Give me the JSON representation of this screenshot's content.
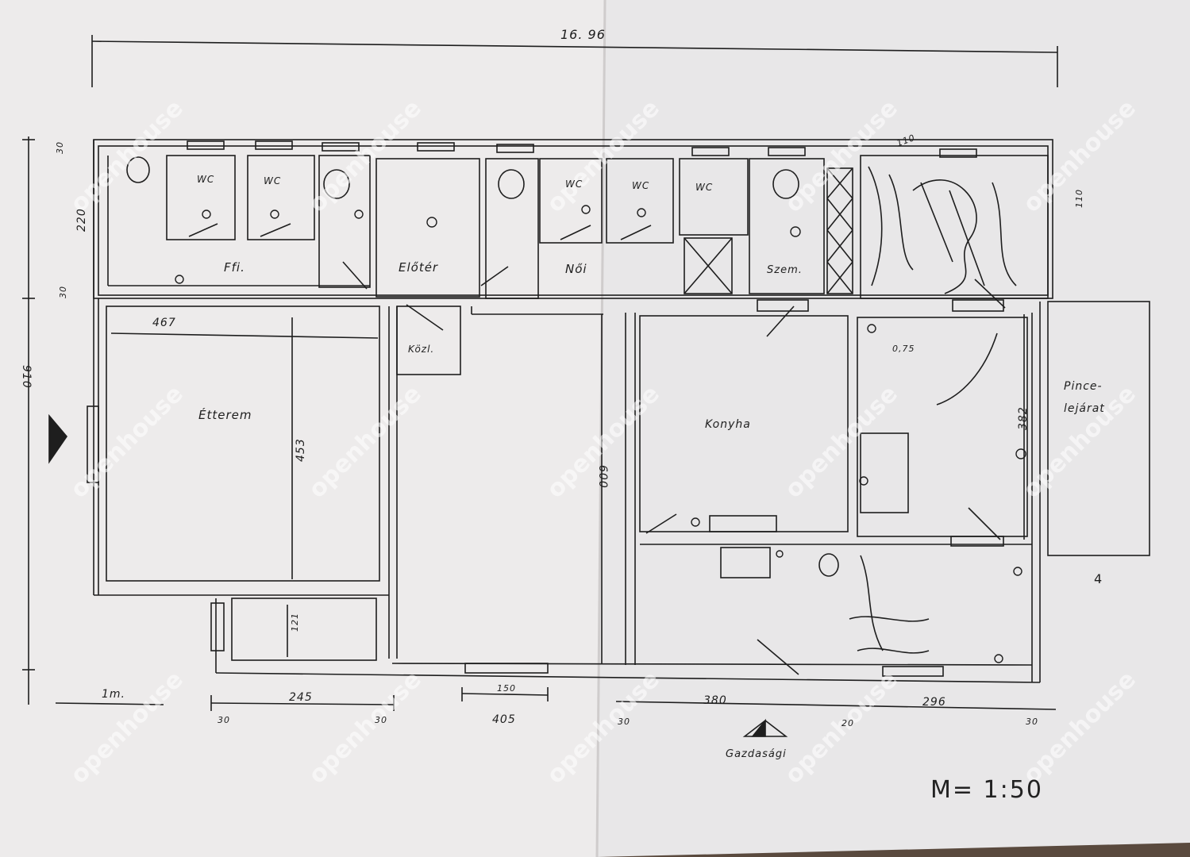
{
  "plan": {
    "overall_width_label": "16. 96",
    "rooms": {
      "ffi": "Ffi.",
      "eloter": "Előtér",
      "noi": "Női",
      "szem": "Szem.",
      "etterem": "Étterem",
      "kozl": "Közl.",
      "konyha": "Konyha",
      "pince": "Pince-",
      "pince2": "lejárat",
      "gazdasagi": "Gazdasági"
    },
    "wc_labels": [
      "WC",
      "WC",
      "WC",
      "WC",
      "WC"
    ],
    "dimensions": {
      "left_30_top": "30",
      "left_220": "220",
      "left_30_mid": "30",
      "left_910": "910",
      "d467": "467",
      "d453": "453",
      "d121": "121",
      "d600": "600",
      "d382": "382",
      "d110_top": "110",
      "d110_right": "110",
      "bottom_1m": "1m.",
      "bottom_245": "245",
      "bottom_150": "150",
      "bottom_380": "380",
      "bottom_296": "296",
      "bottom_30a": "30",
      "bottom_30b": "30",
      "bottom_405": "405",
      "bottom_30c": "30",
      "bottom_20": "20",
      "bottom_30d": "30",
      "d014": "0,75"
    },
    "sheet_number": "4",
    "scale": "M= 1:50"
  },
  "watermark": "openhouse",
  "colors": {
    "paper": "#eceaea",
    "paper_right": "#e9e8e9",
    "ink": "#1e1e1e",
    "table": "#5a4a3e"
  }
}
